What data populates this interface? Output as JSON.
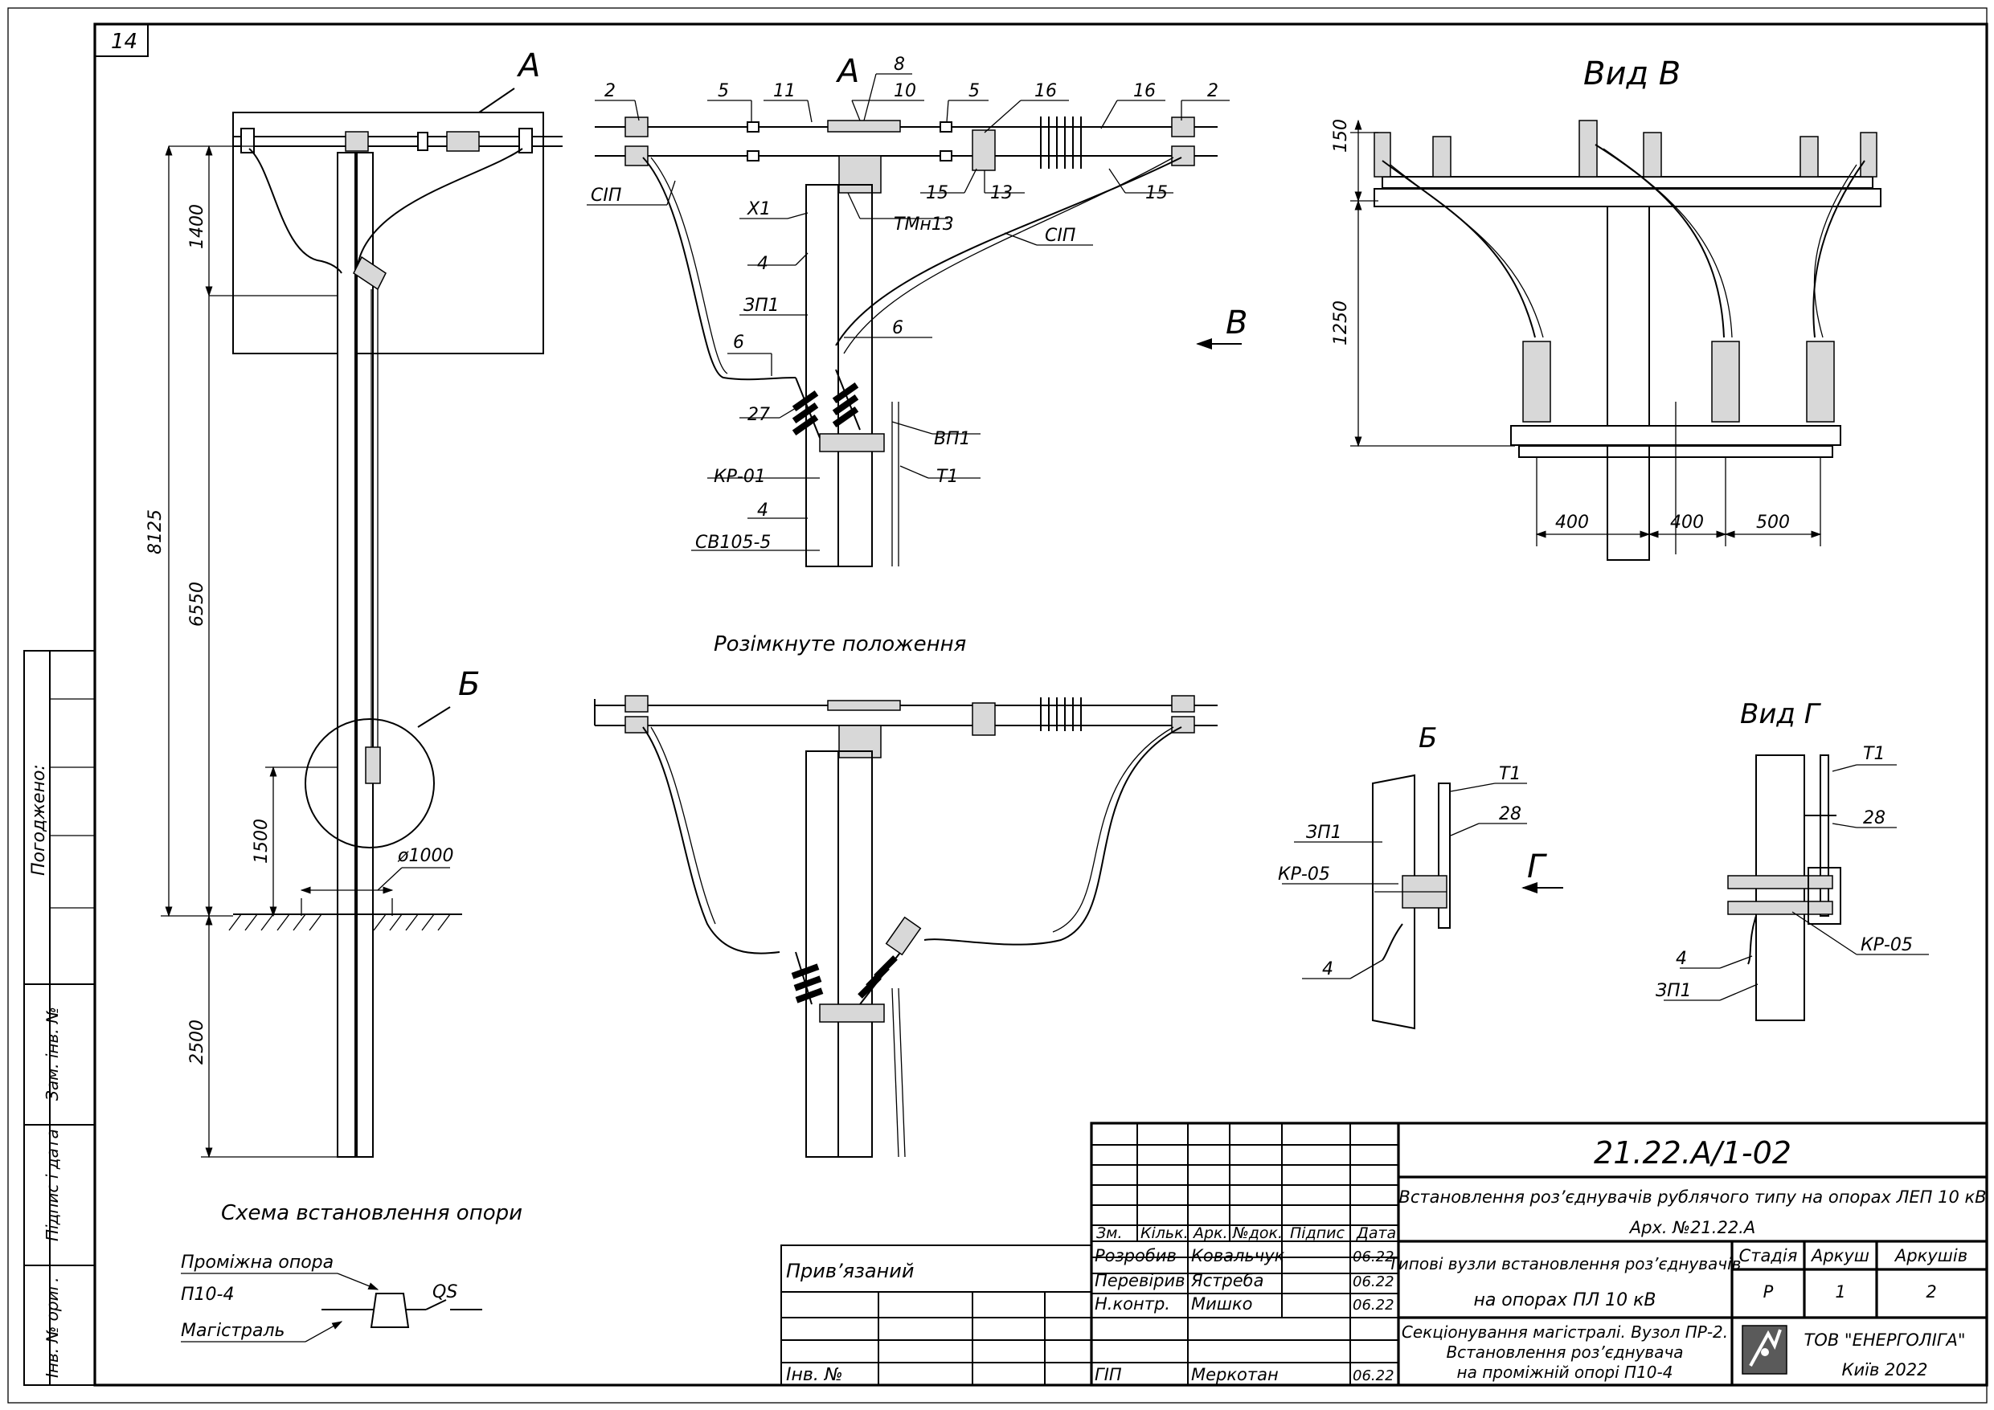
{
  "sheet": {
    "number": "14",
    "left_column": {
      "agreed": "Погоджено:",
      "replaces_inv": "Зам. інв. №",
      "sign_date": "Підпис і дата",
      "orig_inv": "Інв. № ориг."
    }
  },
  "views": {
    "scheme": {
      "callout_a": "А",
      "callout_b": "Б",
      "dims": [
        "1400",
        "8125",
        "6550",
        "1500",
        "2500"
      ],
      "diameter": "ø1000"
    },
    "view_a": {
      "title": "А",
      "labels": [
        "2",
        "5",
        "11",
        "8",
        "10",
        "5",
        "16",
        "16",
        "2",
        "СІП",
        "Х1",
        "ТМн13",
        "15",
        "13",
        "15",
        "4",
        "СІП",
        "ЗП1",
        "6",
        "6",
        "27",
        "ВП1",
        "КР-01",
        "Т1",
        "4",
        "СВ105-5"
      ],
      "arrow_label": "В"
    },
    "view_v": {
      "title": "Вид В",
      "dims": [
        "150",
        "1250",
        "400",
        "400",
        "500"
      ]
    },
    "open_position": {
      "title": "Розімкнуте положення"
    },
    "view_b": {
      "title": "Б",
      "labels": [
        "Т1",
        "28",
        "ЗП1",
        "КР-05",
        "4"
      ],
      "arrow_label": "Г"
    },
    "view_g": {
      "title": "Вид Г",
      "labels": [
        "Т1",
        "28",
        "4",
        "КР-05",
        "ЗП1"
      ]
    },
    "install_scheme": {
      "title": "Схема встановлення опори",
      "intermediate_support": "Проміжна опора",
      "support_type": "П10-4",
      "main_line": "Магістраль",
      "switch": "QS"
    }
  },
  "title_block": {
    "doc_code": "21.22.А/1-02",
    "project_title": "Встановлення роз’єднувачів рублячого типу на опорах ЛЕП 10 кВ",
    "archive": "Арх. №21.22.А",
    "header_cols": [
      "Зм.",
      "Кільк.",
      "Арк.",
      "№док.",
      "Підпис",
      "Дата"
    ],
    "signatures": [
      {
        "role": "Розробив",
        "name": "Ковальчук",
        "date": "06.22"
      },
      {
        "role": "Перевірив",
        "name": "Ястреба",
        "date": "06.22"
      },
      {
        "role": "Н.контр.",
        "name": "Мишко",
        "date": "06.22"
      },
      {
        "role": "ГІП",
        "name": "Меркотан",
        "date": "06.22"
      }
    ],
    "sheet_title_line1": "Типові вузли встановлення роз’єднувачів",
    "sheet_title_line2": "на опорах ПЛ 10 кВ",
    "stage_label": "Стадія",
    "sheet_label": "Аркуш",
    "sheets_label": "Аркушів",
    "stage": "Р",
    "sheet": "1",
    "sheets": "2",
    "drawing_title_line1": "Секціонування магістралі. Вузол ПР-2.",
    "drawing_title_line2": "Встановлення роз’єднувача",
    "drawing_title_line3": "на проміжній опорі П10-4",
    "company": "ТОВ \"ЕНЕРГОЛІГА\"",
    "city_year": "Київ 2022",
    "linked": "Прив’язаний",
    "inv_no": "Інв. №"
  }
}
